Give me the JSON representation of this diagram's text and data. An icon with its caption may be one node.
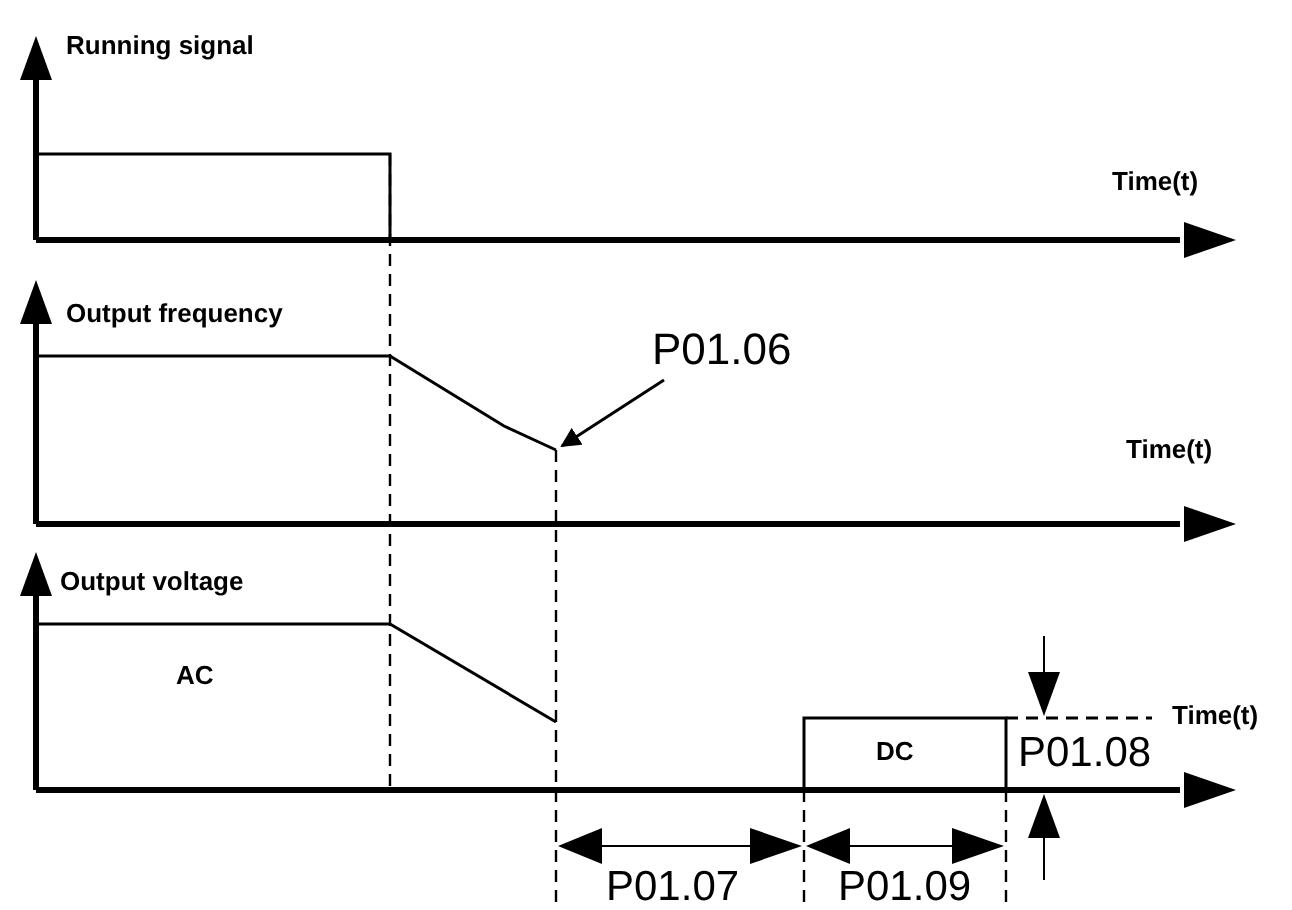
{
  "diagram": {
    "nodes": [
      {
        "text": [
          "P01.06"
        ]
      },
      {
        "text": [],
        "shape": "line"
      }
    ],
    "edges": [
      {
        "from": 0,
        "to": 1,
        "arrow": "to"
      }
    ],
    "labels": [
      "Running signal",
      "Time(t)",
      "Output frequency",
      "Time(t)",
      "Output voltage",
      "AC",
      "Time(t)",
      "DC",
      "P01.08",
      "P01.07",
      "P01.09"
    ]
  }
}
